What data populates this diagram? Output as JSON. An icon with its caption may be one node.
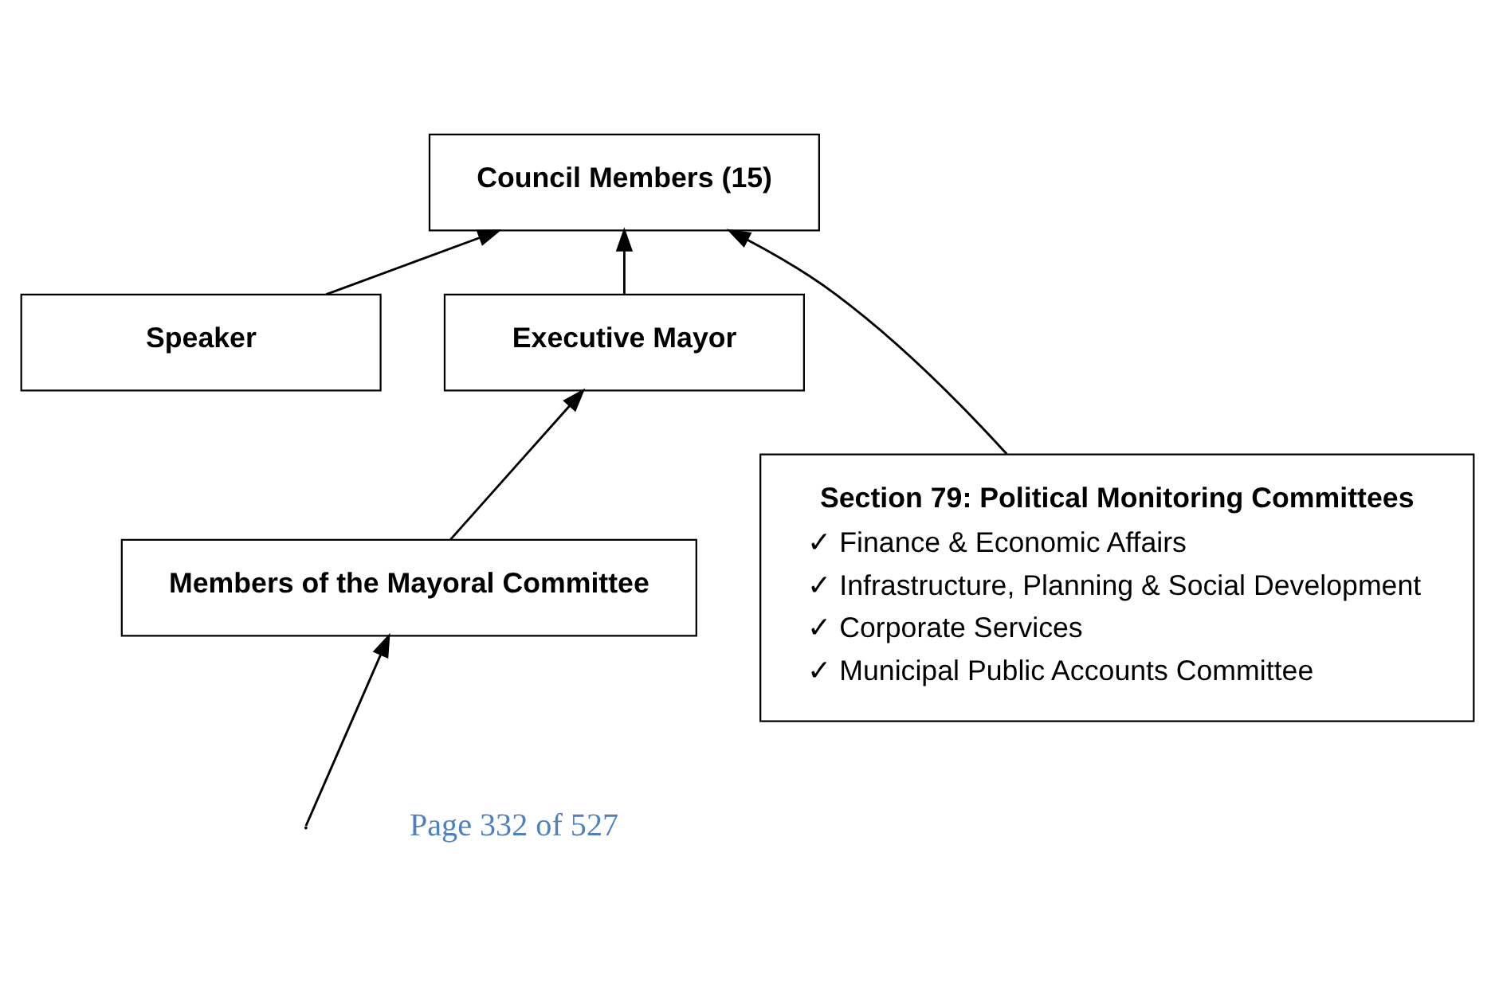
{
  "diagram": {
    "nodes": [
      {
        "text": [
          "Council Members (15)"
        ]
      },
      {
        "text": [
          "Speaker"
        ]
      },
      {
        "text": [
          "Executive Mayor"
        ]
      },
      {
        "text": [
          "Members of the Mayoral Committee"
        ]
      },
      {
        "text": [
          "Section 79: Political Monitoring Committees",
          "✓ Finance & Economic Affairs",
          "✓ Infrastructure, Planning & Social Development",
          "✓ Corporate Services",
          "✓ Municipal Public Accounts Committee"
        ]
      }
    ],
    "edges": [
      {
        "from": 1,
        "to": 0,
        "arrow": "to"
      },
      {
        "from": 2,
        "to": 0,
        "arrow": "to"
      },
      {
        "from": 3,
        "to": 2,
        "arrow": "to"
      },
      {
        "from": 4,
        "to": 0,
        "arrow": "to"
      },
      {
        "from": null,
        "to": 3,
        "arrow": "to"
      }
    ],
    "labels": [
      "Page 332 of 527"
    ]
  }
}
